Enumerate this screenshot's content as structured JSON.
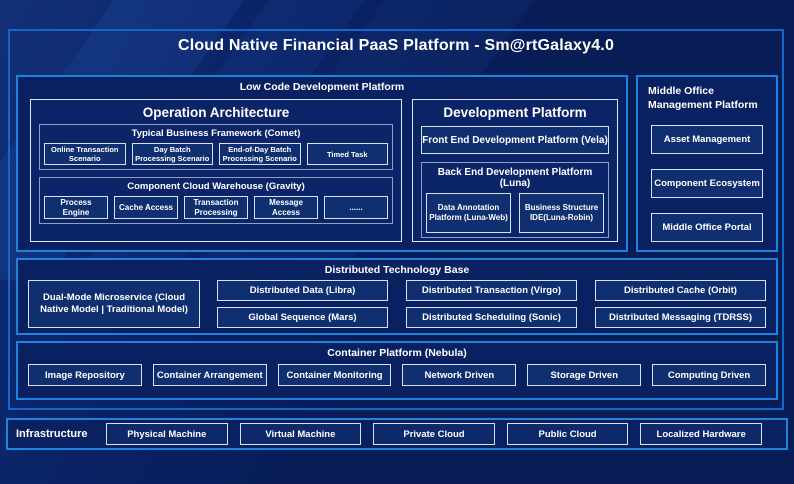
{
  "title": "Cloud Native Financial PaaS Platform - Sm@rtGalaxy4.0",
  "colors": {
    "background": "#081c56",
    "frame_border": "#1467c8",
    "section_border": "#1f83dd",
    "box_border_light": "#d8e1ef",
    "box_border_gray": "#8ea1c0",
    "box_fill": "#102f70",
    "text": "#ffffff"
  },
  "low_code_platform": {
    "label": "Low Code Development Platform",
    "operation_architecture": {
      "title": "Operation Architecture",
      "typical_business_framework": {
        "title": "Typical Business Framework (Comet)",
        "items": [
          "Online Transaction Scenario",
          "Day Batch Processing Scenario",
          "End-of-Day Batch Processing Scenario",
          "Timed Task"
        ]
      },
      "component_cloud_warehouse": {
        "title": "Component Cloud Warehouse (Gravity)",
        "items": [
          "Process Engine",
          "Cache Access",
          "Transaction Processing",
          "Message Access",
          "......"
        ]
      }
    },
    "development_platform": {
      "title": "Development Platform",
      "front_end": {
        "label": "Front End Development Platform (Vela)"
      },
      "back_end": {
        "title": "Back End Development Platform (Luna)",
        "items": [
          "Data Annotation Platform (Luna-Web)",
          "Business Structure IDE(Luna-Robin)"
        ]
      }
    }
  },
  "middle_office_platform": {
    "label": "Middle Office Management Platform",
    "items": [
      "Asset Management",
      "Component Ecosystem",
      "Middle Office Portal"
    ]
  },
  "distributed_technology_base": {
    "label": "Distributed Technology Base",
    "dual_mode": "Dual-Mode Microservice (Cloud Native Model | Traditional Model)",
    "grid": [
      [
        "Distributed Data (Libra)",
        "Distributed Transaction (Virgo)",
        "Distributed Cache (Orbit)"
      ],
      [
        "Global Sequence (Mars)",
        "Distributed Scheduling (Sonic)",
        "Distributed Messaging (TDRSS)"
      ]
    ]
  },
  "container_platform": {
    "label": "Container Platform (Nebula)",
    "items": [
      "Image Repository",
      "Container Arrangement",
      "Container Monitoring",
      "Network Driven",
      "Storage Driven",
      "Computing Driven"
    ]
  },
  "infrastructure": {
    "label": "Infrastructure",
    "items": [
      "Physical Machine",
      "Virtual Machine",
      "Private Cloud",
      "Public Cloud",
      "Localized Hardware"
    ]
  }
}
